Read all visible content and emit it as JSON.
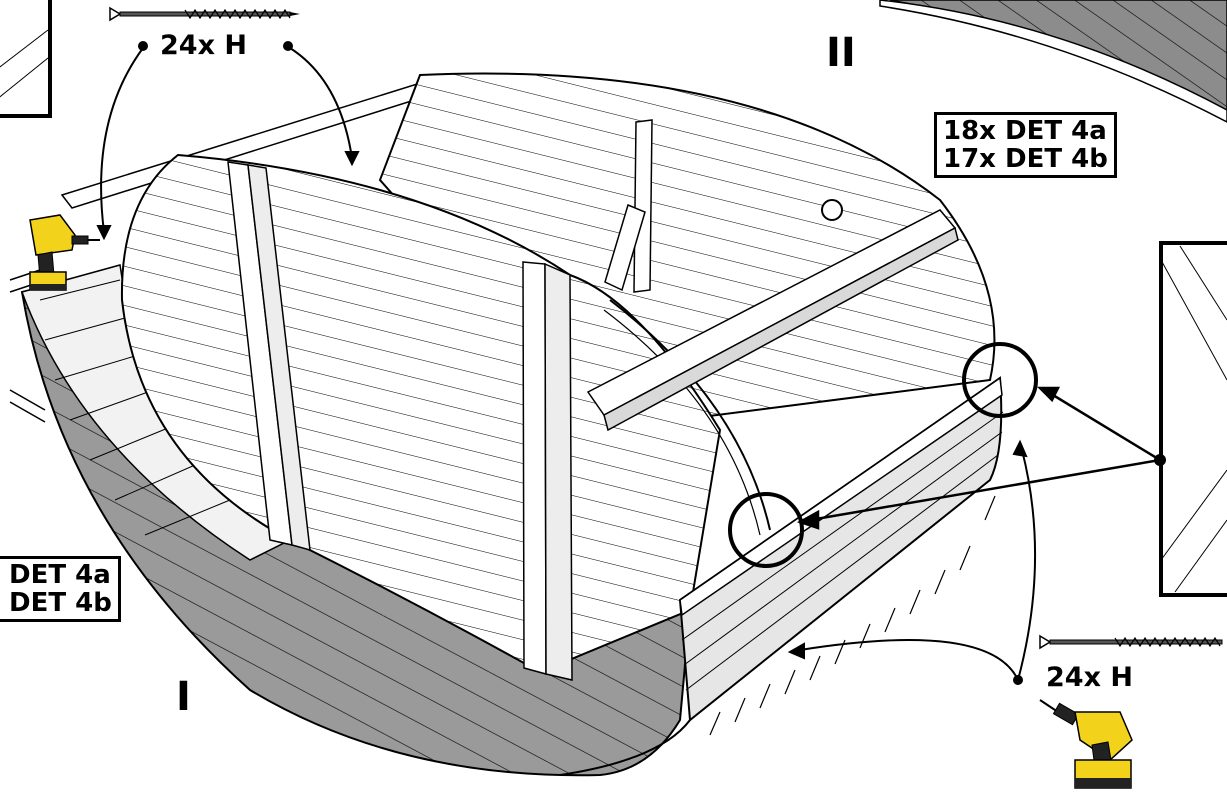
{
  "labels": {
    "screw_top_count": "24x H",
    "screw_bottom_count": "24x H",
    "section_one": "I",
    "section_two": "II",
    "right_parts": [
      "18x DET 4a",
      "17x DET 4b"
    ],
    "left_parts": [
      "DET 4a",
      "DET 4b"
    ]
  },
  "colors": {
    "line": "#000000",
    "board_light": "#ffffff",
    "board_shade": "#d9d9d9",
    "board_dark": "#8c8c8c",
    "drill_yellow": "#f2d21b",
    "drill_black": "#1a1a1a"
  }
}
